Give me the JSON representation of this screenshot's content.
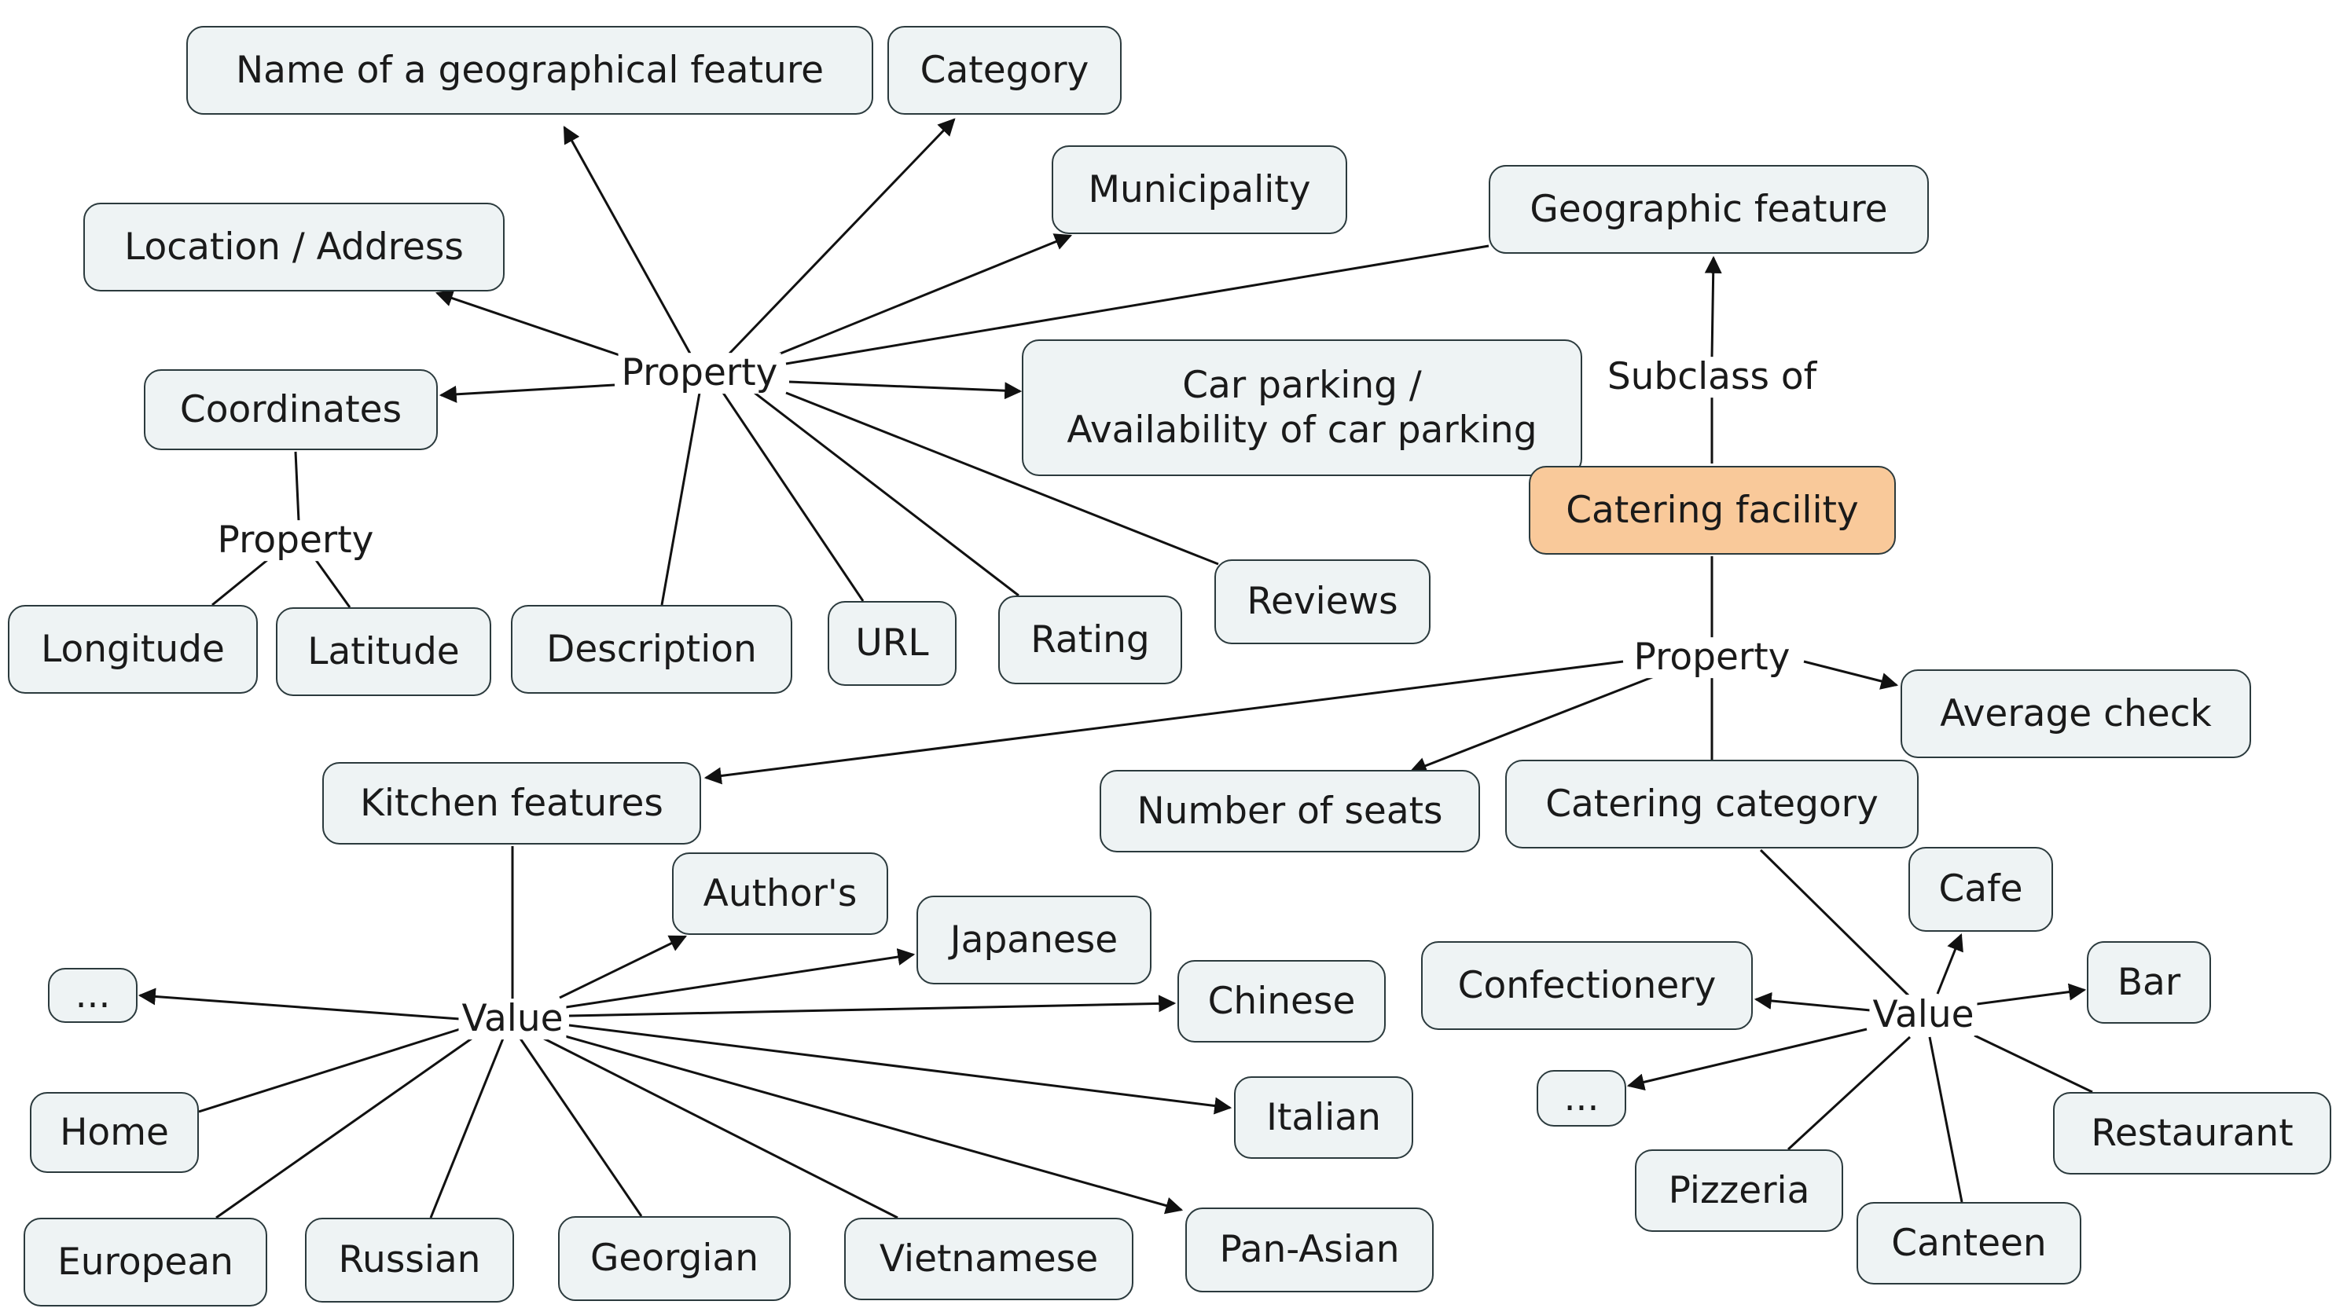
{
  "colors": {
    "node_fill": "#eef3f4",
    "node_border": "#2b3a3d",
    "highlight_fill": "#f9c99a",
    "edge": "#111111"
  },
  "nodes": {
    "name_feature": "Name of a geographical feature",
    "category": "Category",
    "municipality": "Municipality",
    "geographic_feature": "Geographic feature",
    "location_address": "Location / Address",
    "coordinates": "Coordinates",
    "car_parking": "Car parking /\nAvailability of car parking",
    "catering_facility": "Catering facility",
    "longitude": "Longitude",
    "latitude": "Latitude",
    "description": "Description",
    "url": "URL",
    "rating": "Rating",
    "reviews": "Reviews",
    "average_check": "Average check",
    "kitchen_features": "Kitchen features",
    "number_of_seats": "Number of seats",
    "catering_category": "Catering category",
    "authors": "Author's",
    "japanese": "Japanese",
    "chinese": "Chinese",
    "ellipsis_kitchen": "...",
    "home": "Home",
    "italian": "Italian",
    "european": "European",
    "russian": "Russian",
    "georgian": "Georgian",
    "vietnamese": "Vietnamese",
    "pan_asian": "Pan-Asian",
    "cafe": "Cafe",
    "confectionery": "Confectionery",
    "bar": "Bar",
    "ellipsis_catering": "...",
    "restaurant": "Restaurant",
    "pizzeria": "Pizzeria",
    "canteen": "Canteen"
  },
  "labels": {
    "property_main": "Property",
    "property_coords": "Property",
    "property_catering": "Property",
    "subclass_of": "Subclass of",
    "value_kitchen": "Value",
    "value_catering": "Value"
  }
}
